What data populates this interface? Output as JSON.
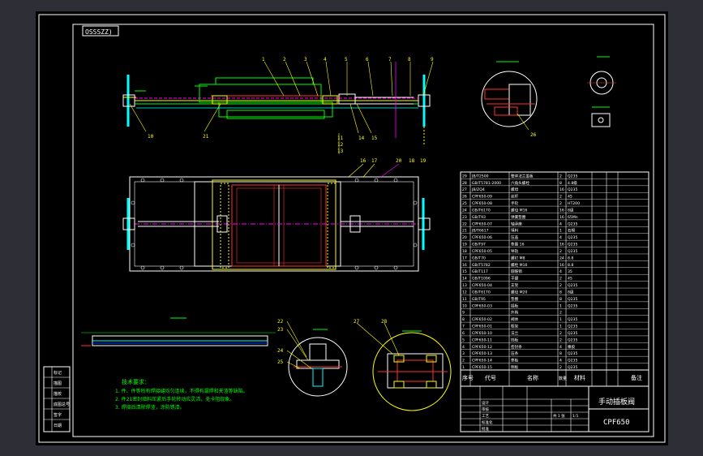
{
  "drawing": {
    "code_box": "OSSSZZ)",
    "title_block": {
      "drawing_name": "手动插板阀",
      "model": "CPF650",
      "seq_header": "序号",
      "code_header": "代号",
      "name_header": "名称",
      "qty_header": "数量",
      "material_header": "材料",
      "remark_header": "备注"
    },
    "notes": {
      "heading": "技术要求：",
      "lines": [
        "1. 件、件等所有焊接缝均匀连续，不得有漏焊和夹渣等缺陷。",
        "2. 件21密封填料压紧后手轮转动应灵活，无卡阻现象。",
        "3. 焊接后清除焊渣，涂防锈漆。"
      ]
    },
    "leaders_top": [
      "1",
      "2",
      "3",
      "4",
      "5",
      "6",
      "7",
      "8",
      "9"
    ],
    "leaders_mid": [
      "16",
      "17",
      "20",
      "18",
      "19"
    ],
    "leaders_side": [
      "10",
      "11",
      "12",
      "13",
      "14",
      "15",
      "21"
    ],
    "detail_labels": [
      "22",
      "23",
      "24",
      "25",
      "26",
      "27",
      "28"
    ],
    "bom_rows": [
      [
        "29",
        "JB/T2500",
        "整体法兰盖板",
        "2",
        "Q235"
      ],
      [
        "28",
        "GB/T5781-2000",
        "六角头螺栓",
        "8",
        "4.8级"
      ],
      [
        "27",
        "JB/ZQ4",
        "螺母",
        "16",
        "Q235"
      ],
      [
        "26",
        "CPF650-09",
        "丝杆",
        "2",
        "45"
      ],
      [
        "25",
        "CPF650-08",
        "手轮",
        "2",
        "HT200"
      ],
      [
        "24",
        "GB/T6170",
        "螺母 M16",
        "16",
        "8级"
      ],
      [
        "23",
        "GB/T93",
        "弹簧垫圈",
        "16",
        "65Mn"
      ],
      [
        "22",
        "CPF650-07",
        "轴承座",
        "4",
        "Q235"
      ],
      [
        "21",
        "JB/T6617",
        "填料",
        "1",
        "石棉"
      ],
      [
        "20",
        "CPF650-06",
        "压盖",
        "4",
        "Q235"
      ],
      [
        "19",
        "GB/T97",
        "垫圈 16",
        "16",
        "Q235"
      ],
      [
        "18",
        "CPF650-05",
        "导轨",
        "2",
        "Q235"
      ],
      [
        "17",
        "GB/T70",
        "螺钉 M8",
        "24",
        "8.8"
      ],
      [
        "16",
        "GB/T5782",
        "螺栓 M16",
        "16",
        "8.8"
      ],
      [
        "15",
        "GB/T117",
        "圆锥销",
        "4",
        "35"
      ],
      [
        "14",
        "GB/T1096",
        "平键",
        "2",
        "45"
      ],
      [
        "13",
        "CPF650-04",
        "支架",
        "2",
        "Q235"
      ],
      [
        "12",
        "GB/T6170",
        "螺母 M20",
        "8",
        "8级"
      ],
      [
        "11",
        "GB/T95",
        "垫圈",
        "8",
        "Q235"
      ],
      [
        "10",
        "CPF650-03",
        "插板",
        "1",
        "Q235"
      ],
      [
        "9",
        "",
        "外购",
        "2",
        ""
      ],
      [
        "8",
        "CPF650-02",
        "阀体",
        "1",
        "Q235"
      ],
      [
        "7",
        "CPF650-01",
        "框架",
        "1",
        "Q235"
      ],
      [
        "6",
        "CPF650-10",
        "法兰",
        "2",
        "Q235"
      ],
      [
        "5",
        "CPF650-11",
        "挡板",
        "2",
        "Q235"
      ],
      [
        "4",
        "CPF650-12",
        "密封条",
        "4",
        "橡胶"
      ],
      [
        "3",
        "CPF650-13",
        "压条",
        "8",
        "Q235"
      ],
      [
        "2",
        "CPF650-14",
        "垫板",
        "4",
        "Q235"
      ],
      [
        "1",
        "CPF650-15",
        "侧板",
        "2",
        "Q235"
      ]
    ],
    "left_block_rows": [
      "标记",
      "描图",
      "描校",
      "底图总号",
      "签字",
      "日期"
    ],
    "title_small_rows": [
      "设计",
      "审核",
      "工艺",
      "标准化",
      "批准"
    ],
    "scale_text": "1:5",
    "sheet_text": "共 1 张"
  },
  "colors": {
    "background": "#000000",
    "frame": "#ffffff",
    "yellow": "#ffff00",
    "green": "#00ff00",
    "magenta": "#ff00ff",
    "cyan": "#00ffff",
    "red": "#ff3030",
    "blue": "#4060ff",
    "window": "#2e2e36"
  }
}
